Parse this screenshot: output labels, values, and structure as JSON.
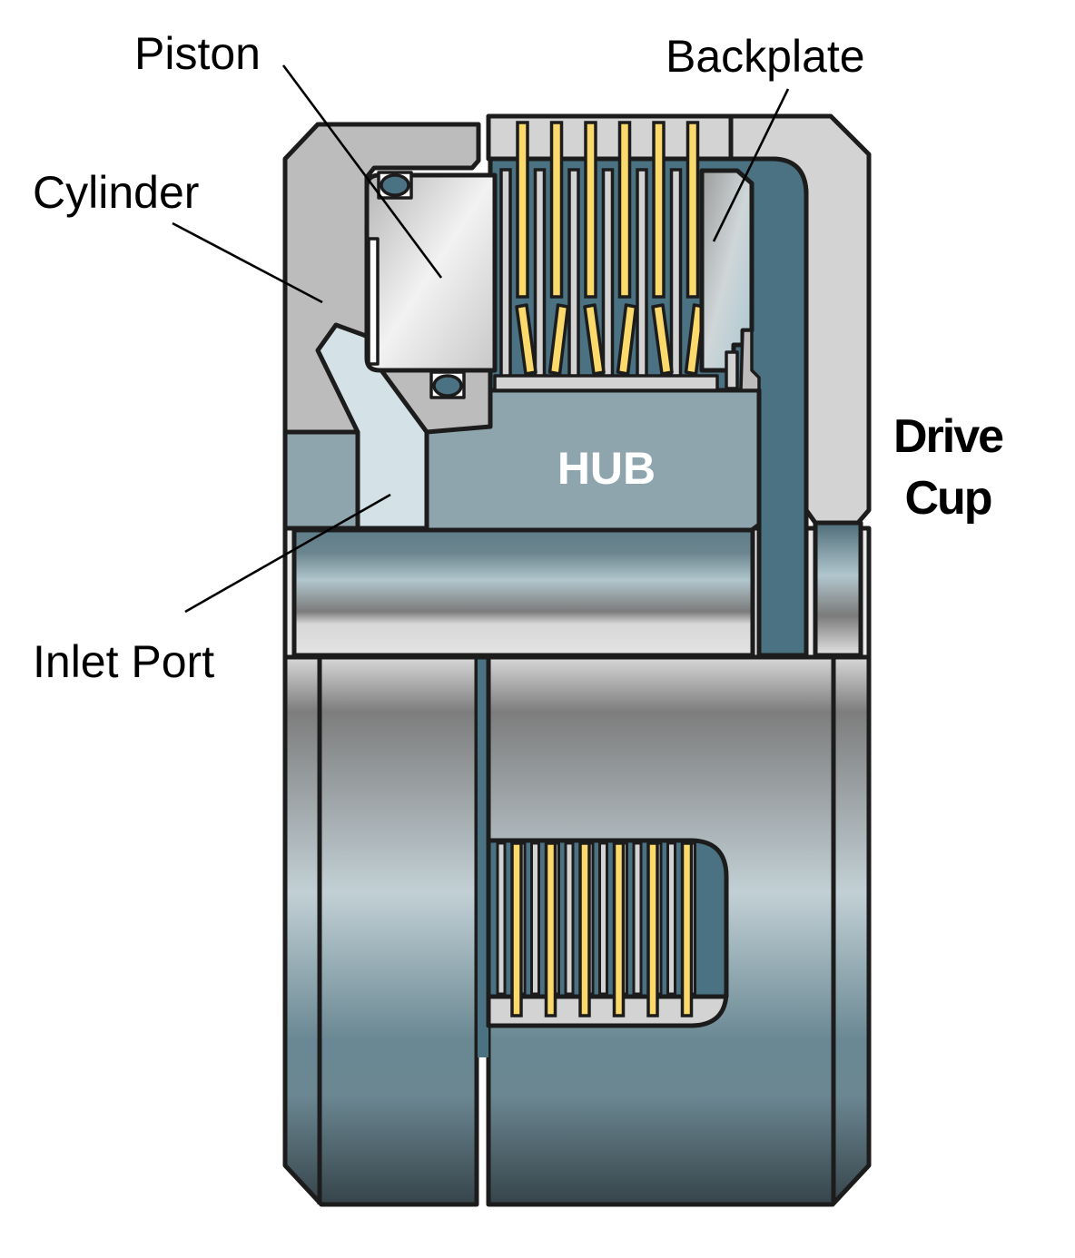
{
  "title": "Clutch cross-section",
  "labels": {
    "piston": "Piston",
    "backplate": "Backplate",
    "cylinder": "Cylinder",
    "inlet_port": "Inlet Port",
    "hub": "HUB",
    "drive_cup_line1": "Drive",
    "drive_cup_line2": "Cup"
  },
  "components": {
    "friction_discs_upper": 6,
    "separator_plates_upper": 6,
    "friction_discs_lower": 6,
    "o_rings": 2
  },
  "colors": {
    "outline": "#1c1c1c",
    "cylinder_gray": "#bcbcbc",
    "light_gray": "#d3d3d3",
    "hub_blue_gray": "#8fa5ad",
    "drive_cup_teal": "#4a7282",
    "inlet_light": "#d4e2e7",
    "friction_yellow": "#fbd96a",
    "o_ring": "#4a7282",
    "label_text": "#000000",
    "hub_text": "#ffffff"
  }
}
